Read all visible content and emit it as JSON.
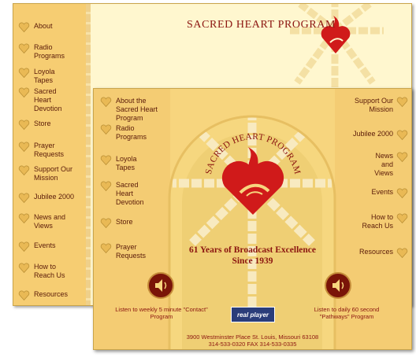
{
  "back": {
    "title": "SACRED HEART PROGRAM",
    "menu": [
      "About",
      "Radio Programs",
      "Loyola Tapes",
      "Sacred Heart Devotion",
      "Store",
      "Prayer Requests",
      "Support Our Mission",
      "Jubilee 2000",
      "News and Views",
      "Events",
      "How to Reach Us",
      "Resources"
    ]
  },
  "front": {
    "arch_title": "SACRED HEART PROGRAM",
    "tagline_1": "61 Years of Broadcast Excellence",
    "tagline_2": "Since 1939",
    "left_menu": [
      "About the Sacred Heart Program",
      "Radio Programs",
      "Loyola Tapes",
      "Sacred Heart Devotion",
      "Store",
      "Prayer Requests"
    ],
    "right_menu": [
      "Support Our Mission",
      "Jubilee 2000",
      "News and Views",
      "Events",
      "How to Reach Us",
      "Resources"
    ],
    "listen_left": "Listen to weekly 5 minute \"Contact\" Program",
    "listen_right": "Listen to daily 60 second \"Pathways\" Program",
    "player_label": "real player",
    "address_1": "3900 Westminster Place   St. Louis, Missouri 63108",
    "address_2": "314-533-0320  FAX 314-533-0335"
  },
  "colors": {
    "accent": "#8b1510",
    "heart": "#d01a1a",
    "panel": "#f4cc73",
    "background": "#fff7cf"
  }
}
